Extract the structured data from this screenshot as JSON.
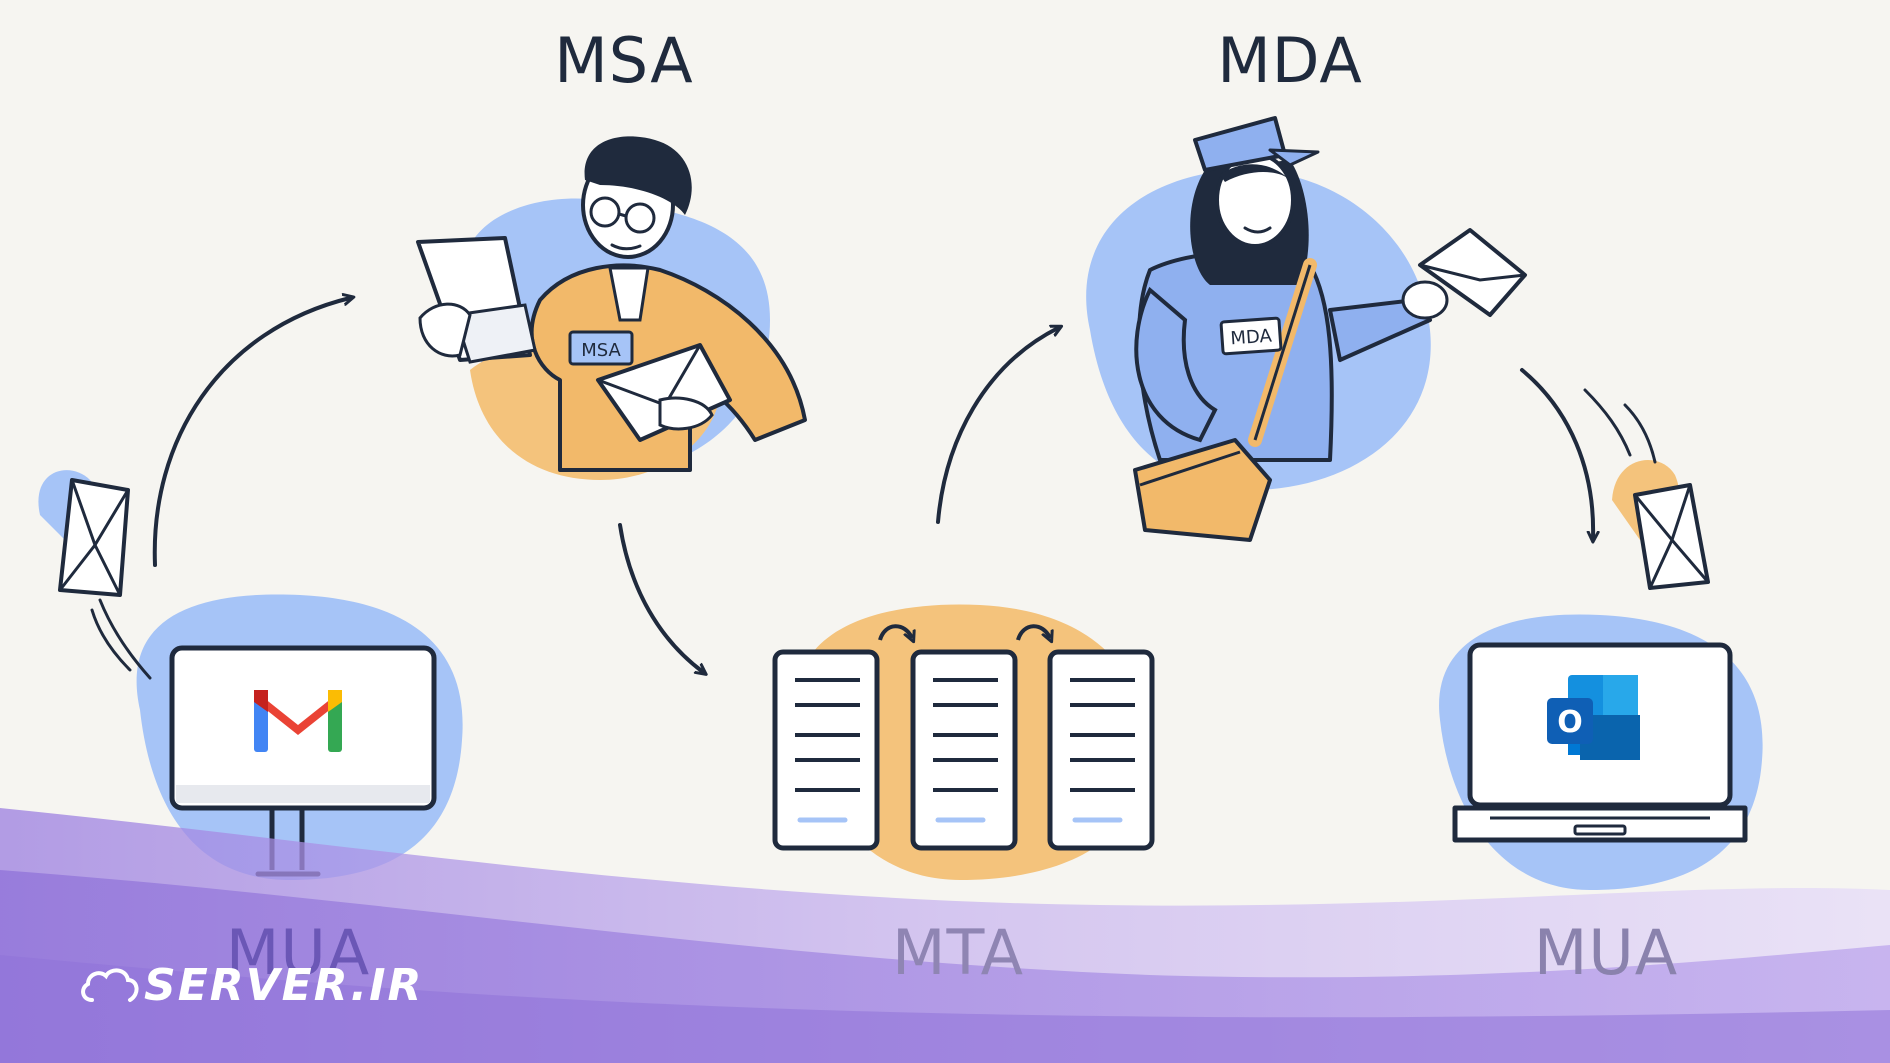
{
  "nodes": {
    "msa": {
      "label": "MSA",
      "badge": "MSA"
    },
    "mda": {
      "label": "MDA",
      "badge": "MDA"
    },
    "mua_left": {
      "label": "MUA"
    },
    "mta": {
      "label": "MTA"
    },
    "mua_right": {
      "label": "MUA"
    }
  },
  "icons": {
    "mua_left_app": "gmail-icon",
    "mua_right_app": "outlook-icon",
    "outlook_letter": "O"
  },
  "watermark": {
    "text": "SERVER.IR"
  },
  "colors": {
    "blue_blob": "#a6c4f7",
    "orange_blob": "#f4c37c",
    "ink": "#1f2a3d",
    "wave_purple": "#a98ee6"
  }
}
